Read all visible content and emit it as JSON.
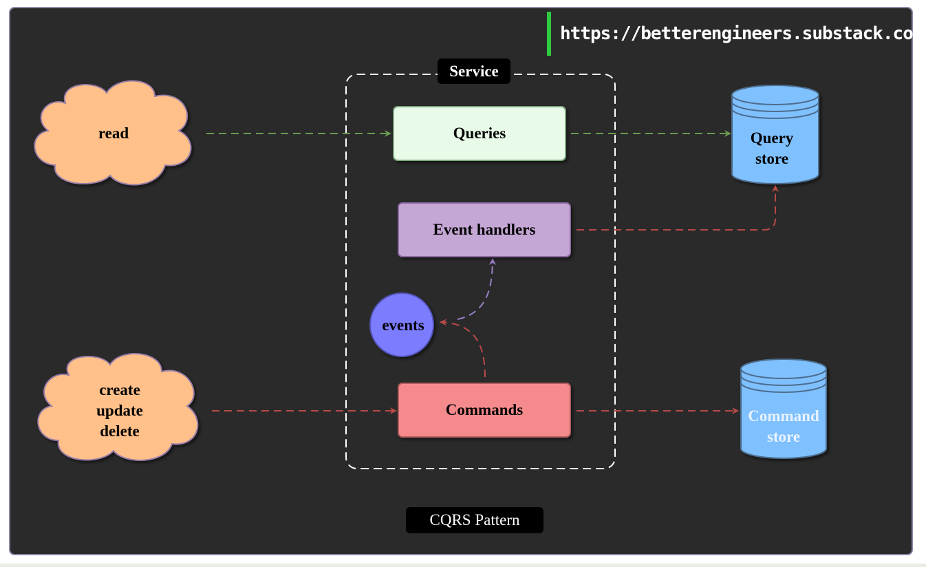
{
  "watermark": {
    "url": "https://betterengineers.substack.com"
  },
  "diagram": {
    "service_label": "Service",
    "queries_label": "Queries",
    "event_handlers_label": "Event handlers",
    "commands_label": "Commands",
    "events_label": "events",
    "read_label": "read",
    "cud_lines": [
      "create",
      "update",
      "delete"
    ],
    "query_store_lines": [
      "Query",
      "store"
    ],
    "command_store_lines": [
      "Command",
      "store"
    ],
    "title": "CQRS Pattern"
  },
  "colors": {
    "background": "#2a2a2a",
    "cloud_fill": "#ffc08a",
    "queries_fill": "#e8fbe8",
    "handlers_fill": "#c4a7d4",
    "commands_fill": "#f58a8c",
    "events_fill": "#7b7bff",
    "store_fill": "#7fc0ff",
    "read_arrow": "#6a9a50",
    "write_arrow": "#b84a48",
    "event_arrow": "#9a7fc6",
    "url_accent": "#2ecc40"
  }
}
